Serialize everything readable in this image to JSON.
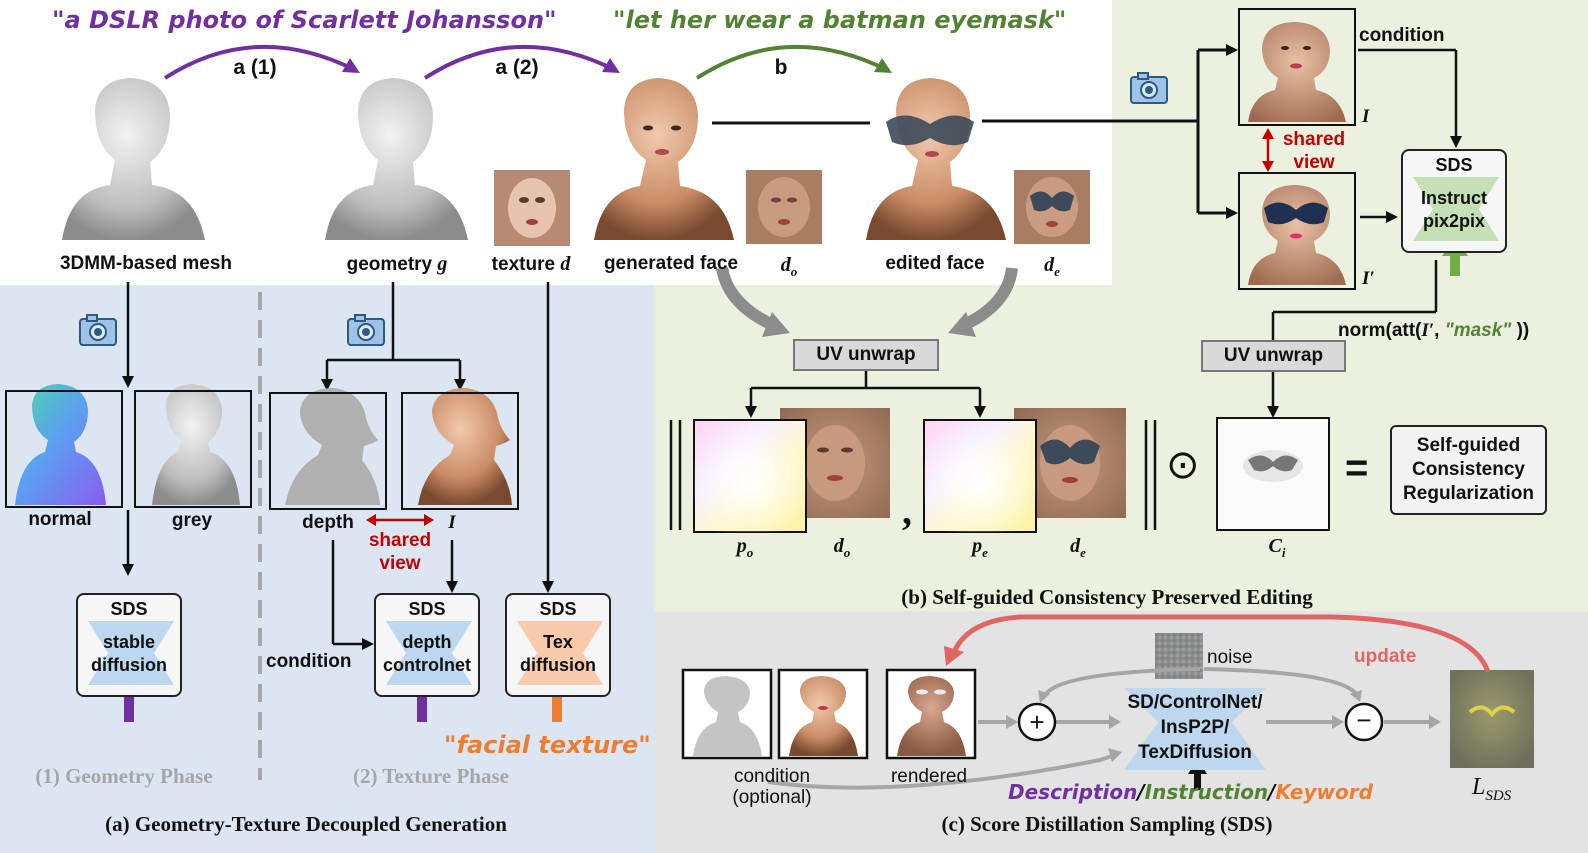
{
  "top": {
    "prompt1": "\"a DSLR photo of Scarlett Johansson\"",
    "prompt2": "\"let her wear a batman eyemask\"",
    "step_a1": "a (1)",
    "step_a2": "a (2)",
    "step_b": "b",
    "mesh_label": "3DMM-based mesh",
    "geometry_label": "geometry",
    "geometry_sym": "g",
    "texture_label": "texture",
    "texture_sym": "d",
    "generated_label": "generated face",
    "do_sym": "d",
    "do_sub": "o",
    "edited_label": "edited face",
    "de_sym": "d",
    "de_sub": "e"
  },
  "panel_a": {
    "caption": "(a) Geometry-Texture Decoupled Generation",
    "phase1": "(1) Geometry Phase",
    "phase2": "(2) Texture Phase",
    "normal_label": "normal",
    "grey_label": "grey",
    "depth_label": "depth",
    "I_label": "I",
    "shared_view": [
      "shared",
      "view"
    ],
    "condition_label": "condition",
    "sds_title": "SDS",
    "sds1": [
      "stable",
      "diffusion"
    ],
    "sds2": [
      "depth",
      "controlnet"
    ],
    "sds3": [
      "Tex",
      "diffusion"
    ],
    "facial_texture": "\"facial texture\"",
    "colors": {
      "bg": "#dce6f2",
      "purple": "#7030a0",
      "orange": "#ed7d31",
      "blue_bow": "#bdd7ee",
      "orange_bow": "#f8cbad"
    }
  },
  "panel_b": {
    "caption": "(b) Self-guided Consistency Preserved Editing",
    "condition_label": "condition",
    "I_label": "I",
    "Iprime_label": "I′",
    "shared_view": [
      "shared",
      "view"
    ],
    "sds_title": "SDS",
    "sds_model": [
      "Instruct",
      "pix2pix"
    ],
    "uv1": "UV unwrap",
    "uv2": "UV unwrap",
    "norm_pre": "norm(att(",
    "norm_I": "I′",
    "norm_mid": ", ",
    "norm_mask": "\"mask\"",
    "norm_post": " ))",
    "po_sym": "p",
    "po_sub": "o",
    "do_sym": "d",
    "do_sub": "o",
    "pe_sym": "p",
    "pe_sub": "e",
    "de_sym": "d",
    "de_sub": "e",
    "ci_sym": "C",
    "ci_sub": "i",
    "comma": ",",
    "odot": "⊙",
    "equals": "=",
    "result": [
      "Self-guided",
      "Consistency",
      "Regularization"
    ],
    "colors": {
      "bg": "#ebf1de",
      "green": "#548235",
      "red": "#c00000"
    }
  },
  "panel_c": {
    "caption": "(c) Score Distillation Sampling (SDS)",
    "condition_label": [
      "condition",
      "(optional)"
    ],
    "rendered_label": "rendered",
    "noise_label": "noise",
    "update_label": "update",
    "model": [
      "SD/ControlNet/",
      "InsP2P/",
      "TexDiffusion"
    ],
    "plus": "+",
    "minus": "−",
    "lsds_sym": "L",
    "lsds_sub": "SDS",
    "kw_description": "Description",
    "kw_instruction": "Instruction",
    "kw_keyword": "Keyword",
    "slash": "/",
    "colors": {
      "bg": "#e3e3e3",
      "update": "#e06666"
    }
  }
}
